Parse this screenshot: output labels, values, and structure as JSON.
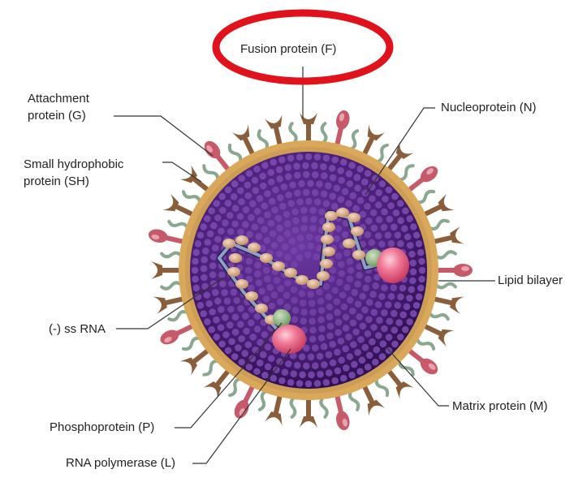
{
  "labels": {
    "fusion": "Fusion protein (F)",
    "attachment_line1": "Attachment",
    "attachment_line2": "protein (G)",
    "small_line1": "Small hydrophobic",
    "small_line2": "protein (SH)",
    "nucleoprotein": "Nucleoprotein (N)",
    "lipid": "Lipid bilayer",
    "ssrna": "(-) ss RNA",
    "matrix": "Matrix protein (M)",
    "phospho": "Phosphoprotein (P)",
    "polymerase": "RNA polymerase (L)"
  },
  "colors": {
    "highlight_ellipse": "#e0121b",
    "lipid_bilayer": "#d9a85a",
    "virion_interior": "#4b1f78",
    "matrix_dots": "#7b4bb0",
    "g_protein": "#8a5d3b",
    "f_protein": "#c65a68",
    "sh_protein": "#8aa890",
    "nucleoprotein_beads": "#d7a882",
    "rna_strand": "#8fa0c8",
    "polymerase": "#e25f80",
    "phosphoprotein": "#7fa575",
    "leader_lines": "#333333"
  }
}
